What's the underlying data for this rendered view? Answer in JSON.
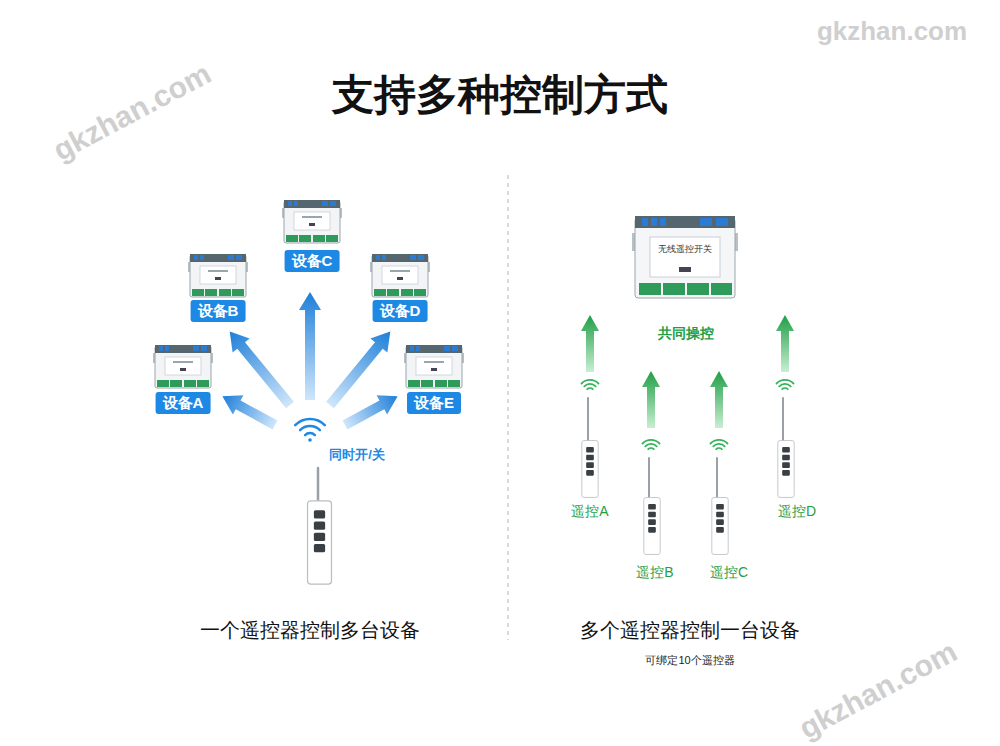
{
  "diagram": {
    "title": "支持多种控制方式",
    "nodes": [
      {
        "text": [
          "设备C"
        ]
      },
      {
        "text": [
          "设备B"
        ]
      },
      {
        "text": [
          "设备D"
        ]
      },
      {
        "text": [
          "设备A"
        ]
      },
      {
        "text": [
          "设备E"
        ]
      },
      {
        "text": [
          "无线遥控开关"
        ]
      }
    ],
    "labels": [
      "gkzhan.com",
      "gkzhan.com",
      "同时开/关",
      "一个遥控器控制多台设备",
      "共同操控",
      "遥控A",
      "遥控B",
      "遥控C",
      "遥控D",
      "多个遥控器控制一台设备",
      "可绑定10个遥控器",
      "gkzhan.com"
    ]
  }
}
